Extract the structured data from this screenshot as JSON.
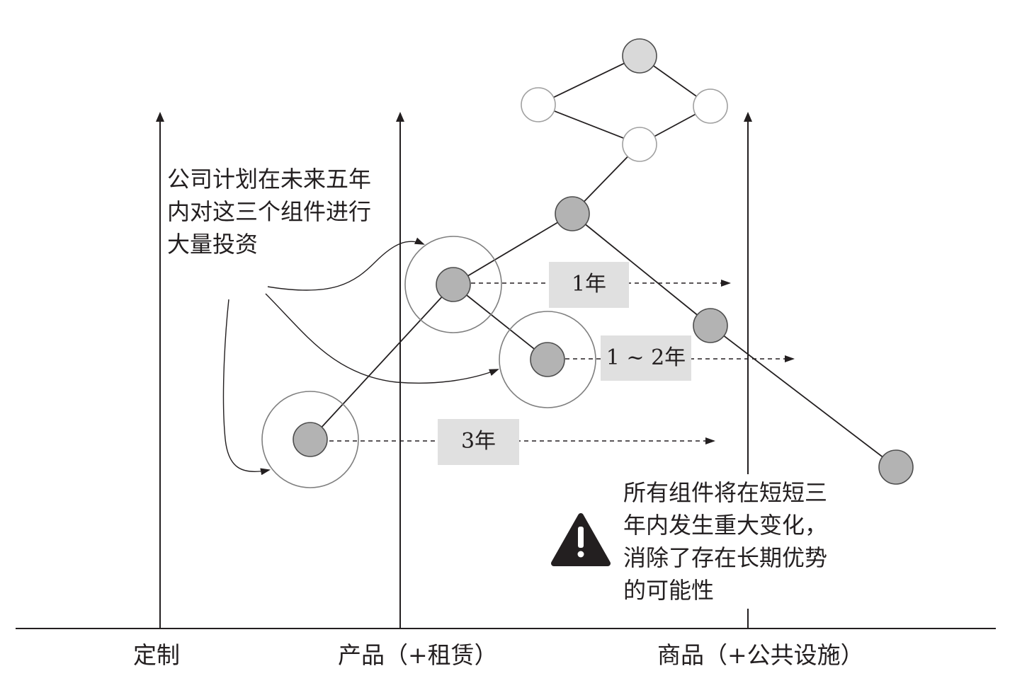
{
  "diagram": {
    "axis_labels": {
      "custom": "定制",
      "product": "产品（+租赁）",
      "commodity": "商品（+公共设施）"
    },
    "top_note": {
      "line1": "公司计划在未来五年",
      "line2": "内对这三个组件进行",
      "line3": "大量投资"
    },
    "warning_note": {
      "line1": "所有组件将在短短三",
      "line2": "年内发生重大变化，",
      "line3": "消除了存在长期优势",
      "line4": "的可能性"
    },
    "timeframes": {
      "one_year": "1年",
      "one_to_two_years": "1 ~ 2年",
      "three_years": "3年"
    },
    "icons": {
      "warning": "warning-triangle-icon"
    },
    "colors": {
      "ink": "#231f20",
      "node_fill": "#b3b3b3",
      "node_fill_light": "#d9d9d9",
      "label_box": "#e0e0e0",
      "ring": "#7f7f7f"
    }
  }
}
